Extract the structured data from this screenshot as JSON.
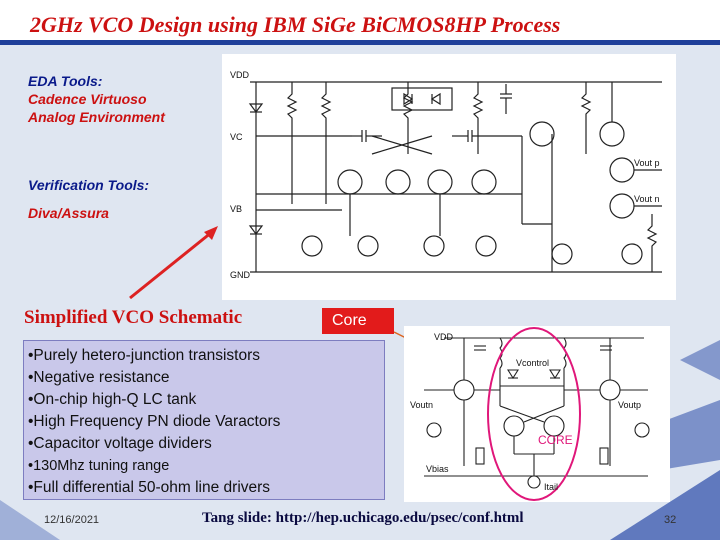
{
  "slide": {
    "title": "2GHz VCO Design using IBM SiGe BiCMOS8HP  Process",
    "eda_heading": "EDA Tools:",
    "eda_items": [
      "Cadence Virtuoso",
      "Analog Environment"
    ],
    "verify_heading": "Verification Tools:",
    "verify_item": "Diva/Assura",
    "schematic_caption": "Simplified VCO Schematic",
    "core_callout": "Core",
    "bullets": [
      "•Purely hetero-junction transistors",
      "•Negative resistance",
      "•On-chip high-Q LC tank",
      "•High Frequency PN diode Varactors",
      "•Capacitor voltage dividers",
      "•130Mhz tuning range",
      "•Full differential 50-ohm line drivers"
    ],
    "top_schematic_labels": {
      "vdd": "VDD",
      "vc": "VC",
      "vb": "VB",
      "gnd": "GND",
      "voutp": "Vout p",
      "voutn": "Vout n"
    },
    "small_schematic_labels": {
      "vdd": "VDD",
      "vcontrol": "Vcontrol",
      "voutn": "Voutn",
      "voutp": "Voutp",
      "core": "CORE",
      "vbias": "Vbias",
      "itail": "Itail"
    },
    "footer": {
      "date": "12/16/2021",
      "source": "Tang slide: http://hep.uchicago.edu/psec/conf.html",
      "page": "32"
    }
  },
  "colors": {
    "title_red": "#cc1111",
    "heading_blue": "#0a1a8a",
    "background_blue": "#1f3f9a",
    "callout_red": "#e21b1b",
    "bullet_box": "#c9c8ea",
    "core_circle": "#e0177a"
  }
}
